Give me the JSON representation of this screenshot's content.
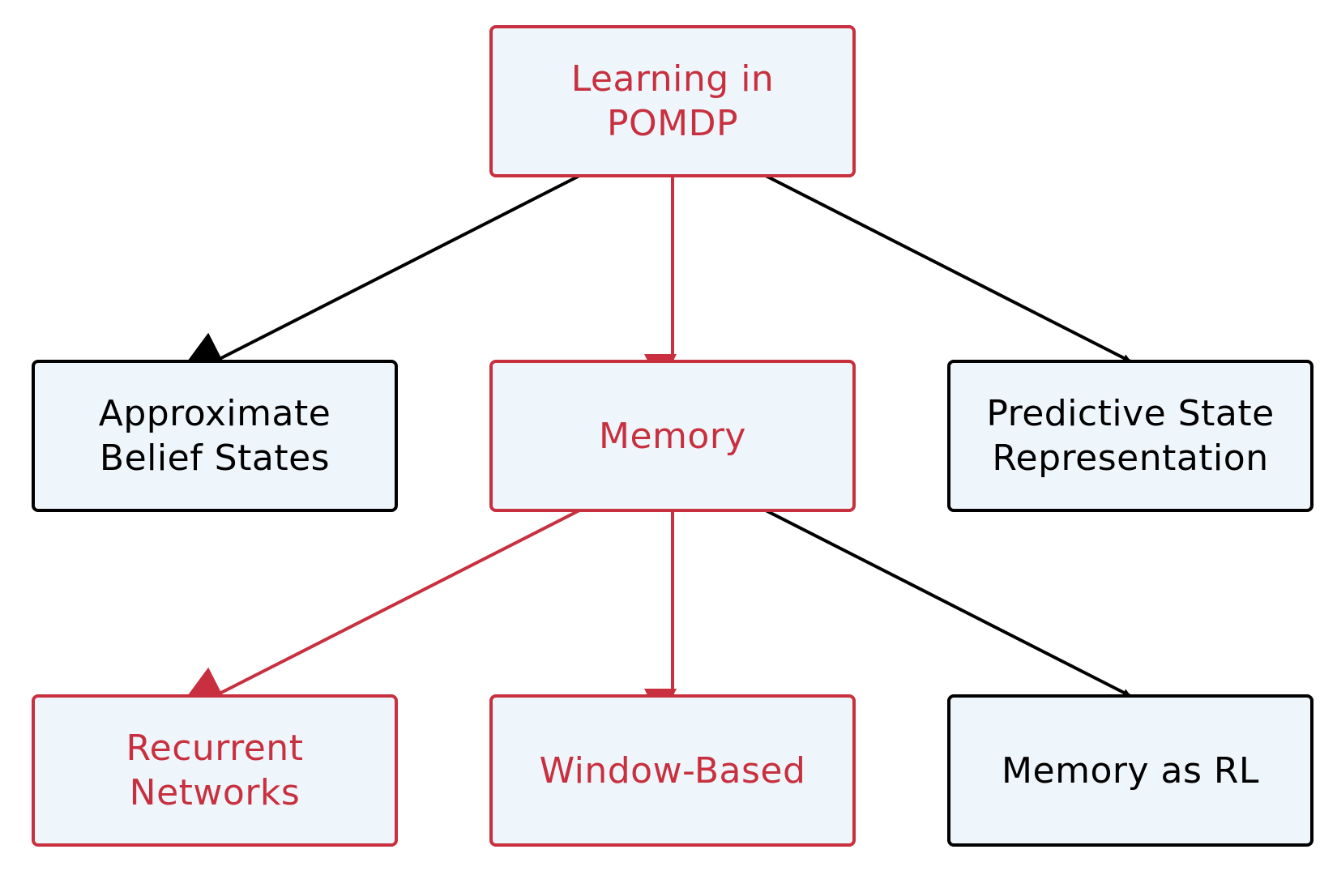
{
  "colors": {
    "highlight": "#c8303f",
    "default": "#000000",
    "node_fill": "#eef5fb"
  },
  "nodes": {
    "root": {
      "label": "Learning in\nPOMDP",
      "highlighted": true
    },
    "approx": {
      "label": "Approximate\nBelief States",
      "highlighted": false
    },
    "memory": {
      "label": "Memory",
      "highlighted": true
    },
    "psr": {
      "label": "Predictive State\nRepresentation",
      "highlighted": false
    },
    "rnn": {
      "label": "Recurrent\nNetworks",
      "highlighted": true
    },
    "window": {
      "label": "Window-Based",
      "highlighted": true
    },
    "memrl": {
      "label": "Memory as RL",
      "highlighted": false
    }
  },
  "edges": [
    {
      "from": "root",
      "to": "approx",
      "highlighted": false
    },
    {
      "from": "root",
      "to": "memory",
      "highlighted": true
    },
    {
      "from": "root",
      "to": "psr",
      "highlighted": false
    },
    {
      "from": "memory",
      "to": "rnn",
      "highlighted": true
    },
    {
      "from": "memory",
      "to": "window",
      "highlighted": true
    },
    {
      "from": "memory",
      "to": "memrl",
      "highlighted": false
    }
  ]
}
